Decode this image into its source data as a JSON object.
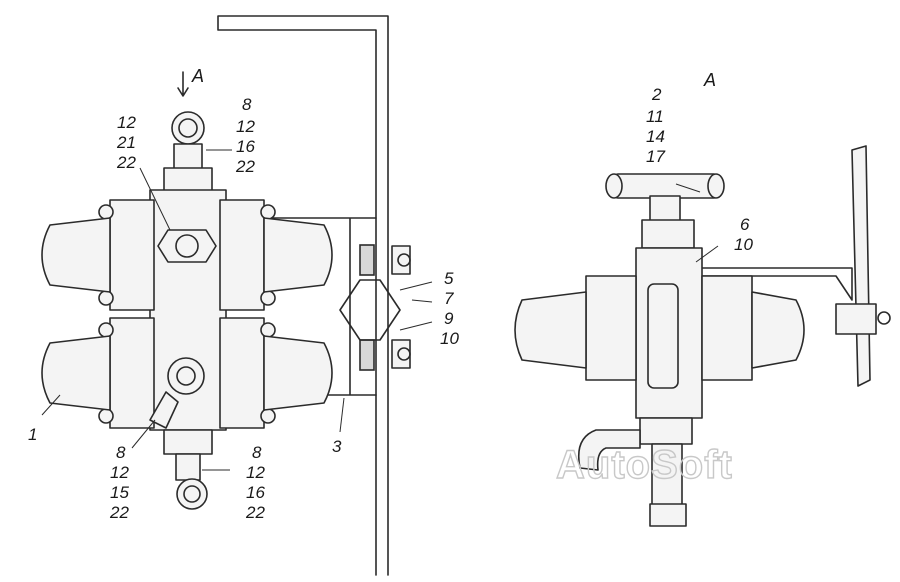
{
  "view_label_left": "A",
  "view_label_right": "A",
  "callouts": {
    "top_left": [
      "12",
      "21",
      "22"
    ],
    "top_right": [
      "8",
      "12",
      "16",
      "22"
    ],
    "bottom_left": [
      "8",
      "12",
      "15",
      "22"
    ],
    "bottom_right": [
      "8",
      "12",
      "16",
      "22"
    ],
    "bracket": [
      "5",
      "7",
      "9",
      "10"
    ],
    "part_1": "1",
    "part_3": "3",
    "tee": [
      "2",
      "11",
      "14",
      "17"
    ],
    "nut": [
      "6",
      "10"
    ]
  },
  "watermark": "AutoSoft"
}
